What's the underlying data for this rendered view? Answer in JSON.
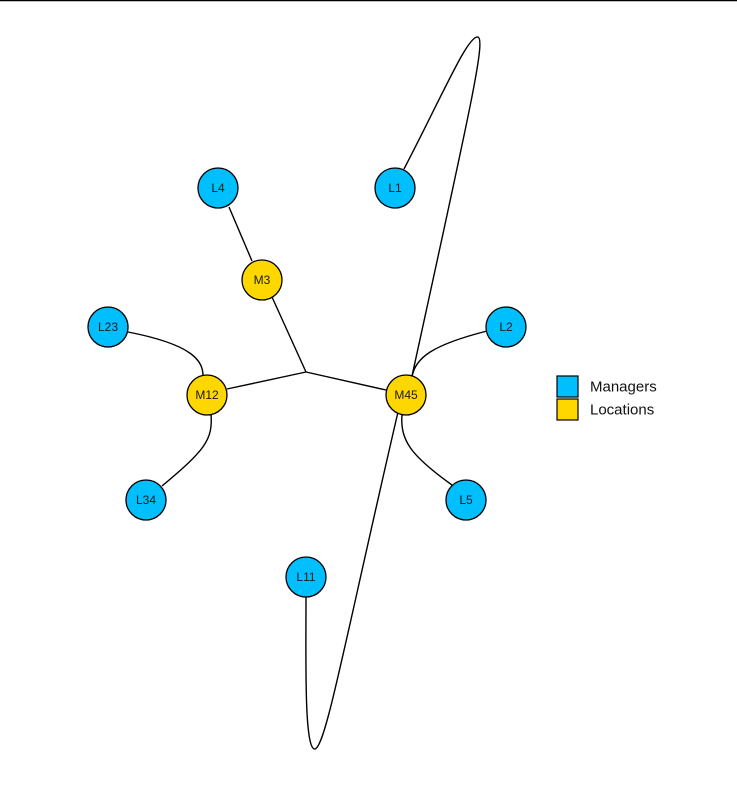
{
  "colors": {
    "manager": "#00BFFF",
    "location": "#FFD700",
    "edge": "#000000",
    "frame_line": "#000000"
  },
  "nodes": [
    {
      "id": "L1",
      "label": "L1",
      "group": "manager"
    },
    {
      "id": "L4",
      "label": "L4",
      "group": "manager"
    },
    {
      "id": "L2",
      "label": "L2",
      "group": "manager"
    },
    {
      "id": "L23",
      "label": "L23",
      "group": "manager"
    },
    {
      "id": "L34",
      "label": "L34",
      "group": "manager"
    },
    {
      "id": "L5",
      "label": "L5",
      "group": "manager"
    },
    {
      "id": "L11",
      "label": "L11",
      "group": "manager"
    },
    {
      "id": "M3",
      "label": "M3",
      "group": "location"
    },
    {
      "id": "M12",
      "label": "M12",
      "group": "location"
    },
    {
      "id": "M45",
      "label": "M45",
      "group": "location"
    }
  ],
  "edges": [
    {
      "from": "L4",
      "to": "M3"
    },
    {
      "from": "M3",
      "to": "hub"
    },
    {
      "from": "M12",
      "to": "hub"
    },
    {
      "from": "M45",
      "to": "hub"
    },
    {
      "from": "L23",
      "to": "M12"
    },
    {
      "from": "L34",
      "to": "M12"
    },
    {
      "from": "L2",
      "to": "M45"
    },
    {
      "from": "L5",
      "to": "M45"
    },
    {
      "from": "L1",
      "to": "M45"
    },
    {
      "from": "L11",
      "to": "M45"
    }
  ],
  "legend": {
    "items": [
      {
        "label": "Managers",
        "group": "manager"
      },
      {
        "label": "Locations",
        "group": "location"
      }
    ]
  }
}
